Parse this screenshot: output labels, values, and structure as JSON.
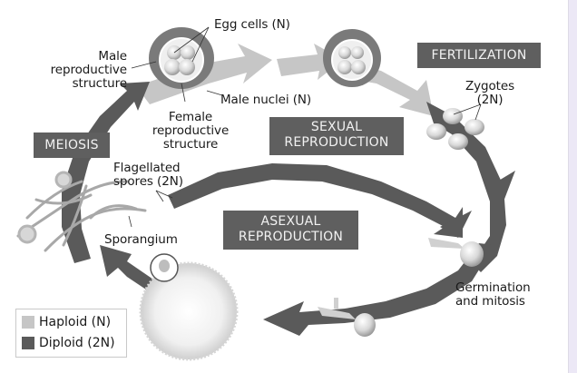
{
  "colors": {
    "haploid": "#c6c6c6",
    "diploid": "#5a5a5a",
    "label_box": "#5f5f5f",
    "label_box_text": "#f2f2f2",
    "background": "#ffffff",
    "scrollbar": "#ece8f6"
  },
  "labels": {
    "egg_cells": "Egg cells (N)",
    "male_repro": "Male\nreproductive\nstructure",
    "male_nuclei": "Male nuclei (N)",
    "female_repro": "Female\nreproductive\nstructure",
    "zygotes": "Zygotes\n(2N)",
    "flagellated_spores": "Flagellated\nspores (2N)",
    "sporangium": "Sporangium",
    "germination": "Germination\nand mitosis"
  },
  "stage_boxes": {
    "fertilization": "FERTILIZATION",
    "meiosis": "MEIOSIS",
    "sexual": "SEXUAL\nREPRODUCTION",
    "asexual": "ASEXUAL\nREPRODUCTION"
  },
  "legend": {
    "items": [
      {
        "label": "Haploid (N)",
        "icon": "haploid-swatch"
      },
      {
        "label": "Diploid (2N)",
        "icon": "diploid-swatch"
      }
    ]
  }
}
